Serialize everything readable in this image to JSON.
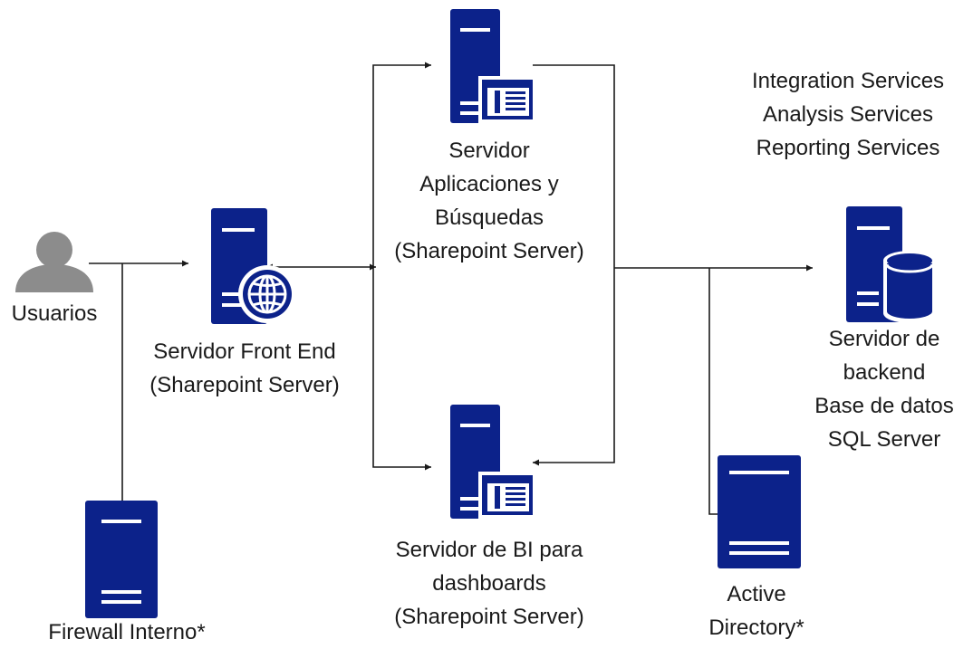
{
  "colors": {
    "server": "#0c228a",
    "stripe": "#ffffff",
    "user": "#8c8c8c",
    "line": "#1a1a1a",
    "text": "#1a1a1a"
  },
  "nodes": {
    "usuarios": {
      "icon": "user-icon",
      "label": "Usuarios"
    },
    "firewall": {
      "icon": "server-tower-icon",
      "label": "Firewall Interno*"
    },
    "frontend": {
      "icon": "web-server-icon",
      "lines": [
        "Servidor Front End",
        "(Sharepoint Server)"
      ]
    },
    "app_search": {
      "icon": "application-server-icon",
      "lines": [
        "Servidor",
        "Aplicaciones y",
        "Búsquedas",
        "(Sharepoint Server)"
      ]
    },
    "bi": {
      "icon": "application-server-icon",
      "lines": [
        "Servidor de BI para",
        "dashboards",
        "(Sharepoint Server)"
      ]
    },
    "backend": {
      "icon": "database-server-icon",
      "lines": [
        "Servidor de",
        "backend",
        "Base de datos",
        "SQL Server"
      ]
    },
    "active_directory": {
      "icon": "server-tower-icon",
      "lines": [
        "Active",
        "Directory*"
      ]
    }
  },
  "services": [
    "Integration Services",
    "Analysis Services",
    "Reporting Services"
  ]
}
